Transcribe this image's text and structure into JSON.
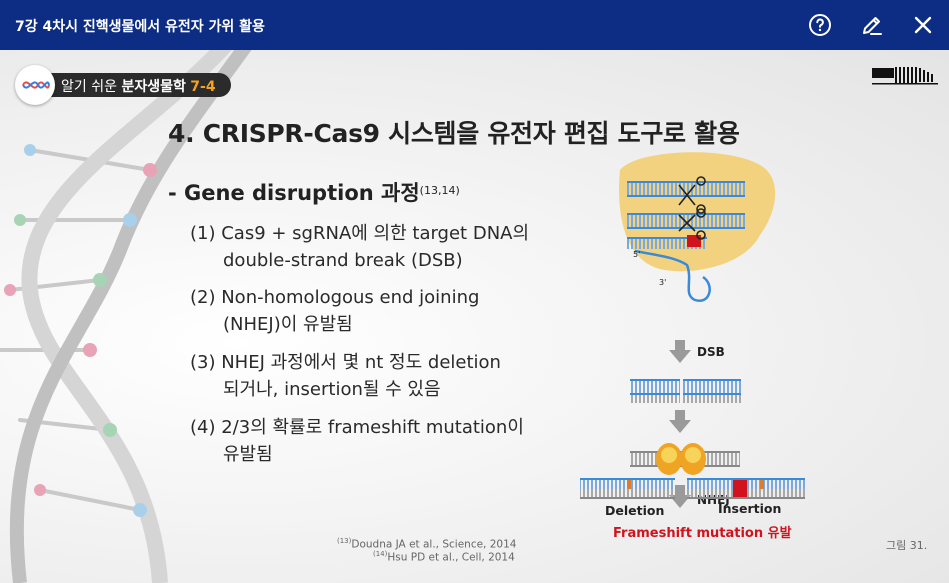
{
  "header": {
    "title": "7강 4차시 진핵생물에서 유전자 가위 활용",
    "help_icon": "question-circle-icon",
    "edit_icon": "pencil-icon",
    "close_icon": "close-icon"
  },
  "badge": {
    "label_prefix": "알기 쉬운",
    "label_main": "분자생물학",
    "label_num": "7-4",
    "accent": "#f6a21a"
  },
  "slide": {
    "heading": "4. CRISPR-Cas9 시스템을 유전자 편집 도구로 활용",
    "subheading": "- Gene disruption 과정",
    "subheading_ref": "(13,14)",
    "items": [
      {
        "line1": "(1) Cas9 + sgRNA에 의한 target DNA의",
        "line2": "double-strand break (DSB)"
      },
      {
        "line1": "(2) Non-homologous end joining",
        "line2": "(NHEJ)이 유발됨"
      },
      {
        "line1": "(3) NHEJ 과정에서 몇 nt 정도 deletion",
        "line2": "되거나, insertion될 수 있음"
      },
      {
        "line1": "(4) 2/3의 확률로 frameshift mutation이",
        "line2": "유발됨"
      }
    ],
    "refs": [
      {
        "num": "(13)",
        "text": "Doudna JA et al., Science, 2014"
      },
      {
        "num": "(14)",
        "text": "Hsu PD et al., Cell, 2014"
      }
    ],
    "figure": {
      "label_5prime": "5'",
      "label_3prime": "3'",
      "dsb": "DSB",
      "nhej": "NHEJ",
      "deletion": "Deletion",
      "insertion": "Insertion",
      "result": "Frameshift mutation 유발",
      "result_color": "#d0131d"
    },
    "figure_number": "그림 31."
  },
  "colors": {
    "header_bg": "#0c2d83",
    "strand_blue": "#3b8ad8",
    "cas9_yellow": "#f2d27f"
  }
}
